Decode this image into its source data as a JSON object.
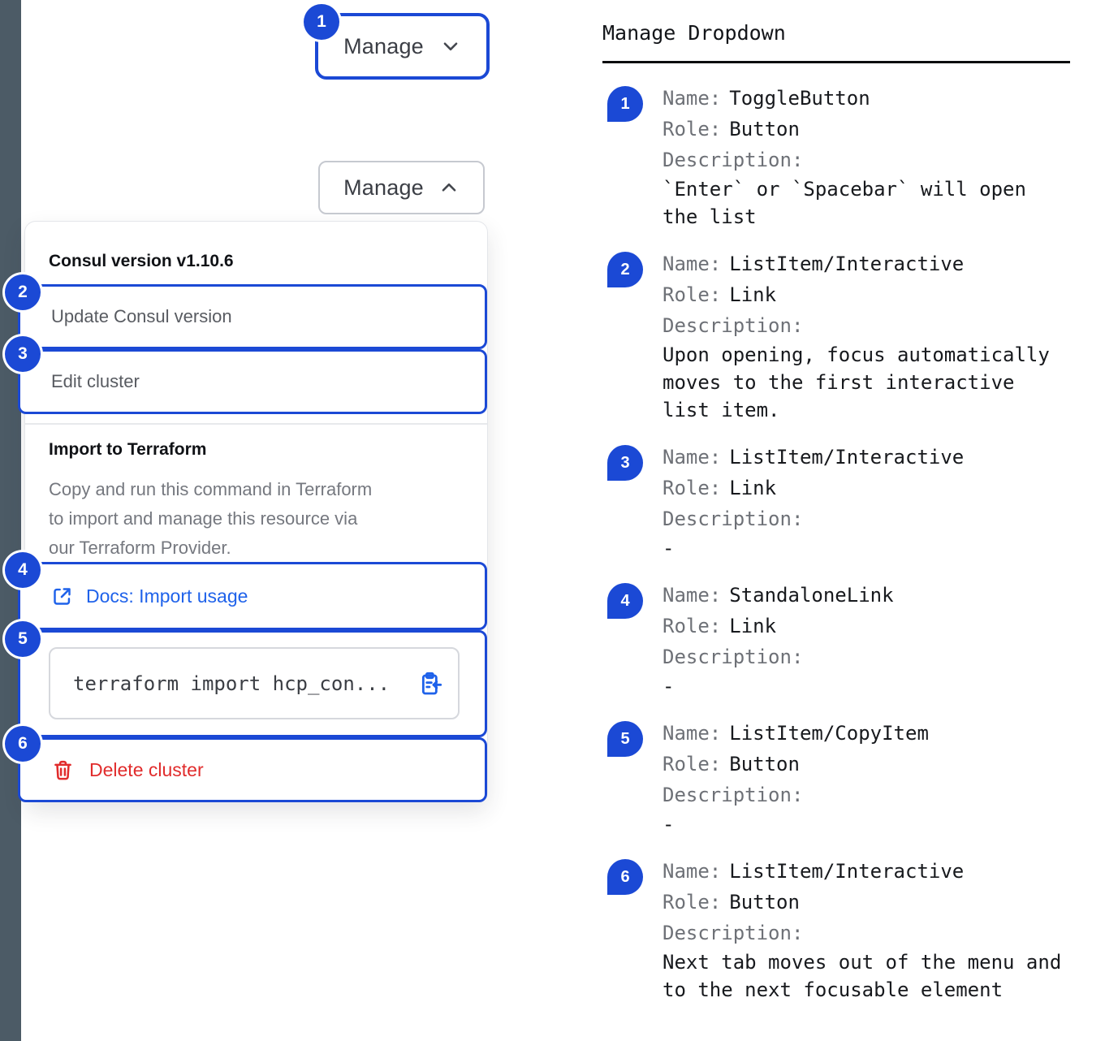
{
  "ui": {
    "toggle_collapsed": {
      "label": "Manage"
    },
    "toggle_expanded": {
      "label": "Manage"
    },
    "menu": {
      "version_heading": "Consul version v1.10.6",
      "update_item": "Update Consul version",
      "edit_item": "Edit cluster",
      "import_heading": "Import to Terraform",
      "import_description_lines": [
        "Copy and run this command in Terraform",
        "to import and manage this resource via",
        "our Terraform Provider."
      ],
      "docs_link": "Docs: Import usage",
      "terraform_command": "terraform import hcp_con...",
      "delete_item": "Delete cluster"
    },
    "annotation_badges": {
      "b1": "1",
      "b2": "2",
      "b3": "3",
      "b4": "4",
      "b5": "5",
      "b6": "6"
    }
  },
  "legend": {
    "title": "Manage Dropdown",
    "field_labels": {
      "name": "Name:",
      "role": "Role:",
      "description": "Description:"
    },
    "items": [
      {
        "num": "1",
        "name": "ToggleButton",
        "role": "Button",
        "description": "`Enter` or `Spacebar` will open the list"
      },
      {
        "num": "2",
        "name": "ListItem/Interactive",
        "role": "Link",
        "description": "Upon opening, focus automatically moves to the first interactive list item."
      },
      {
        "num": "3",
        "name": "ListItem/Interactive",
        "role": "Link",
        "description": "-"
      },
      {
        "num": "4",
        "name": "StandaloneLink",
        "role": "Link",
        "description": "-"
      },
      {
        "num": "5",
        "name": "ListItem/CopyItem",
        "role": "Button",
        "description": "-"
      },
      {
        "num": "6",
        "name": "ListItem/Interactive",
        "role": "Button",
        "description": "Next tab moves out of the menu and to the next focusable element"
      }
    ]
  },
  "colors": {
    "annotation_blue": "#1b49d5",
    "link_blue": "#1f62ea",
    "critical_red": "#e12c2c",
    "sidebar_strip": "#4c5b66"
  }
}
